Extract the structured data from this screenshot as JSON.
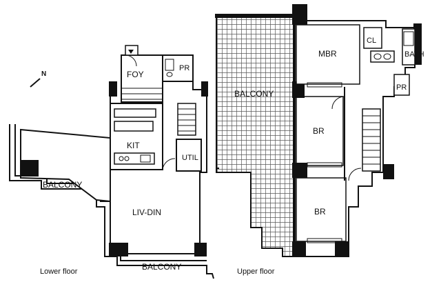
{
  "lower_floor": {
    "caption": "Lower floor",
    "north_label": "N",
    "rooms": {
      "foy": "FOY",
      "pr": "PR",
      "kit": "KIT",
      "util": "UTIL",
      "balcony_left": "BALCONY",
      "liv_din": "LIV-DIN",
      "balcony_bottom": "BALCONY"
    }
  },
  "upper_floor": {
    "caption": "Upper floor",
    "rooms": {
      "balcony": "BALCONY",
      "mbr": "MBR",
      "cl": "CL",
      "bath": "BATH",
      "pr": "PR",
      "br_top": "BR",
      "br_bottom": "BR"
    }
  },
  "colors": {
    "line": "#111111",
    "background": "#ffffff",
    "balcony_grid": "#555555"
  }
}
